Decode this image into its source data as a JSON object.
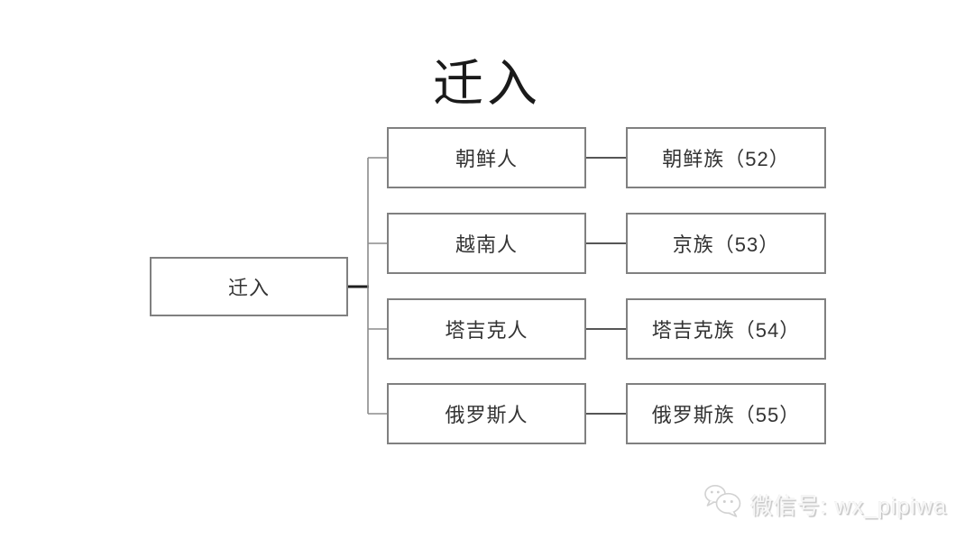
{
  "title": "迁入",
  "diagram": {
    "root_label": "迁入",
    "rows": [
      {
        "source": "朝鲜人",
        "target": "朝鲜族（52）"
      },
      {
        "source": "越南人",
        "target": "京族（53）"
      },
      {
        "source": "塔吉克人",
        "target": "塔吉克族（54）"
      },
      {
        "source": "俄罗斯人",
        "target": "俄罗斯族（55）"
      }
    ]
  },
  "watermark": {
    "icon": "wechat-icon",
    "text": "微信号: wx_pipiwa"
  },
  "colors": {
    "box_border": "#808080",
    "connector_gray": "#8c8c8c",
    "connector_black": "#1f1f1f",
    "text": "#333333",
    "watermark_stroke": "#d2d2d2"
  }
}
